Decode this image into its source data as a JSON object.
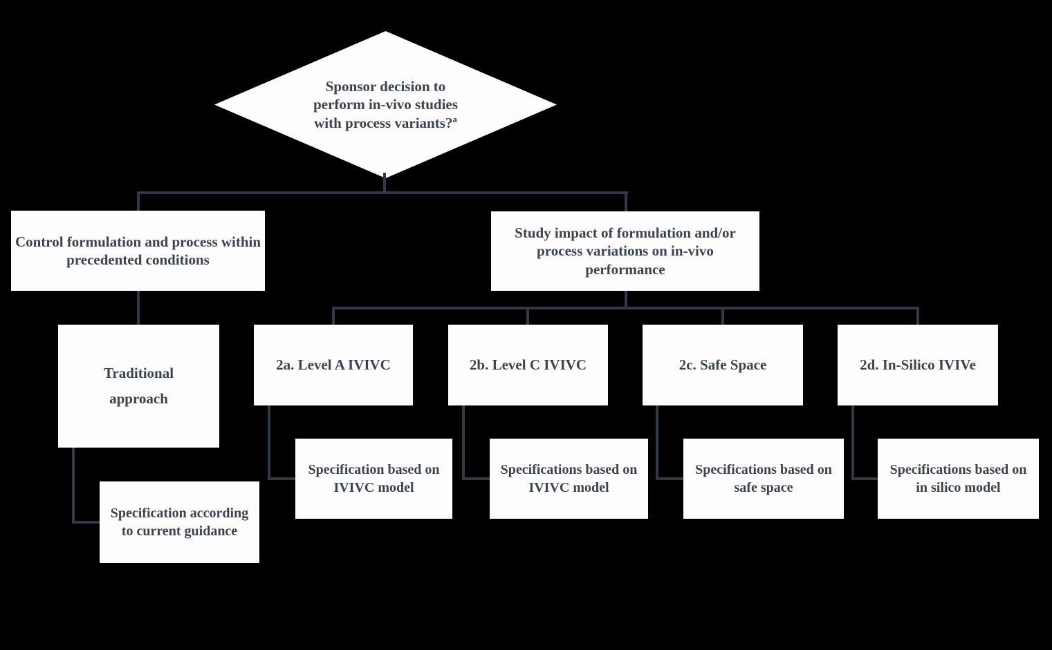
{
  "colors": {
    "background": "#000000",
    "node_fill": "#fdfdfd",
    "text": "#3a4450",
    "connector": "#303a44"
  },
  "flowchart": {
    "decision": {
      "text": "Sponsor decision to perform in-vivo studies with process variants?",
      "footnote_marker": "a"
    },
    "traditional_branch": {
      "control": "Control formulation and process within precedented conditions",
      "approach_line1": "Traditional",
      "approach_line2": "approach",
      "specification": "Specification according to current guidance"
    },
    "study_branch": {
      "study": "Study impact of formulation and/or process variations on in-vivo performance",
      "options": [
        {
          "label": "2a. Level A IVIVC",
          "specification": "Specification based on IVIVC model"
        },
        {
          "label": "2b. Level C IVIVC",
          "specification": "Specifications based on IVIVC model"
        },
        {
          "label": "2c. Safe Space",
          "specification": "Specifications based on safe space"
        },
        {
          "label": "2d. In-Silico IVIVe",
          "specification": "Specifications based on in silico model"
        }
      ]
    }
  }
}
